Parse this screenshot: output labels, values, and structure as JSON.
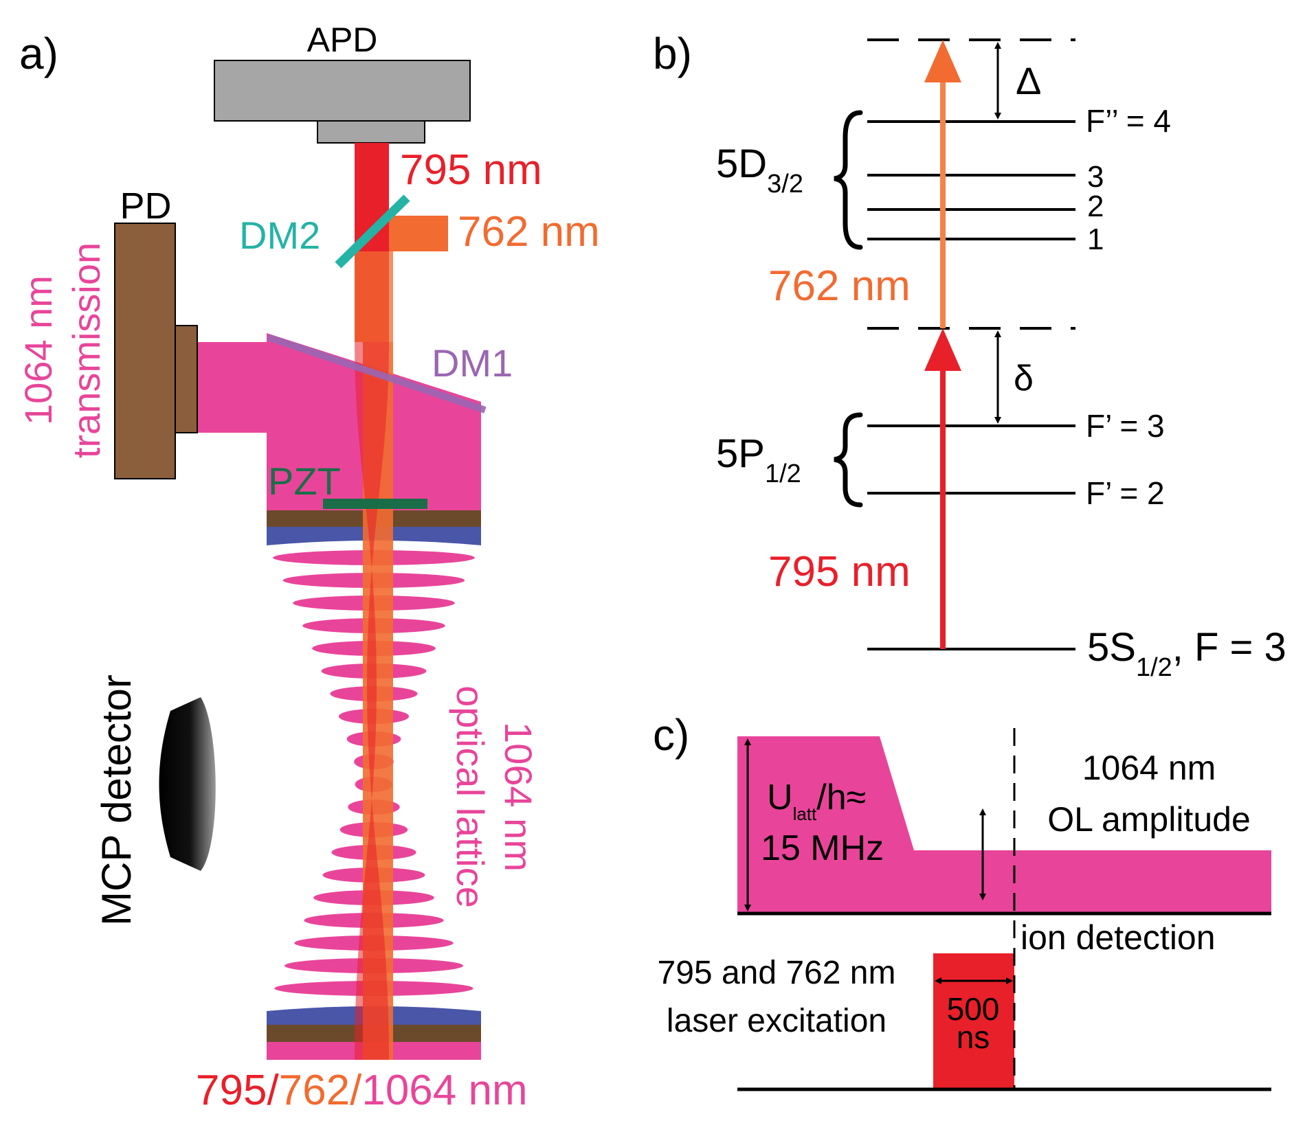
{
  "panels": {
    "a": "a)",
    "b": "b)",
    "c": "c)"
  },
  "setup": {
    "apd": "APD",
    "pd": "PD",
    "beam_795": "795 nm",
    "beam_762": "762 nm",
    "dm2": "DM2",
    "dm1": "DM1",
    "pzt": "PZT",
    "transmission": [
      "1064 nm",
      "transmission"
    ],
    "lattice": [
      "1064 nm",
      "optical lattice"
    ],
    "mcp": "MCP detector",
    "bottom": [
      "795/",
      "762/",
      "1064 nm"
    ]
  },
  "levels": {
    "d_main": "5D",
    "d_sub": "3/2",
    "p_main": "5P",
    "p_sub": "1/2",
    "s_main": "5S",
    "s_sub": "1/2",
    "s_rest": ", F = 3",
    "f_d4": "F’’ = 4",
    "f_d3": "3",
    "f_d2": "2",
    "f_d1": "1",
    "f_p3": "F’ = 3",
    "f_p2": "F’ = 2",
    "upper_detuning": "Δ",
    "lower_detuning": "δ",
    "laser_762": "762 nm",
    "laser_795": "795 nm"
  },
  "timing": {
    "ol_amplitude": [
      "1064 nm",
      "OL amplitude"
    ],
    "u_main": "U",
    "u_sub": "latt",
    "u_rest": "/h≈",
    "u_value": "15 MHz",
    "ion_detection": "ion detection",
    "excitation": [
      "795 and 762 nm",
      "laser excitation"
    ],
    "pulse": [
      "500",
      "ns"
    ]
  },
  "colors": {
    "red_795": "#e8202a",
    "orange_762": "#f26b30",
    "pink_1064": "#e8459a",
    "dm2": "#25b3a6",
    "dm1": "#9a66b3",
    "pzt": "#1a6e47",
    "brown": "#8b5e3c",
    "grey": "#a6a6a6",
    "mirror_blue": "#4a56a8"
  }
}
